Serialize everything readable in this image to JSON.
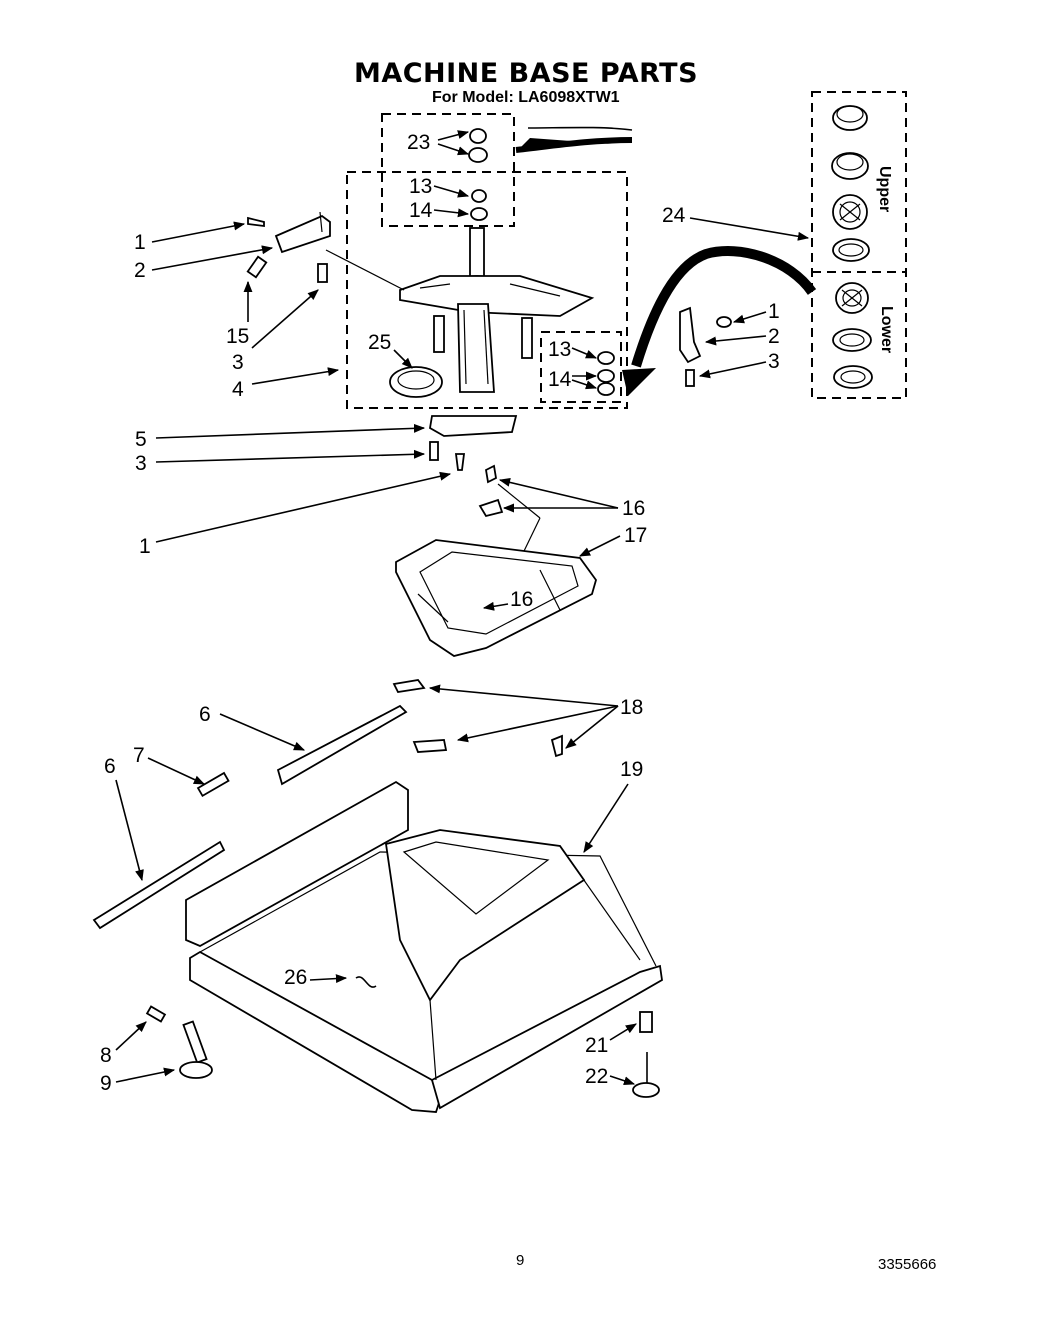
{
  "title": "MACHINE BASE PARTS",
  "subtitle": "For Model: LA6098XTW1",
  "footer": {
    "page": "9",
    "code": "3355666"
  },
  "panel": {
    "upper": "Upper",
    "lower": "Lower"
  },
  "callouts": {
    "c1a": "1",
    "c2a": "2",
    "c15": "15",
    "c3a": "3",
    "c4": "4",
    "c23": "23",
    "c13a": "13",
    "c14a": "14",
    "c25": "25",
    "c24": "24",
    "c1b": "1",
    "c2b": "2",
    "c3b": "3",
    "c13b": "13",
    "c14b": "14",
    "c5": "5",
    "c3c": "3",
    "c1c": "1",
    "c16a": "16",
    "c17": "17",
    "c16b": "16",
    "c6a": "6",
    "c18": "18",
    "c7": "7",
    "c6b": "6",
    "c19": "19",
    "c26": "26",
    "c8": "8",
    "c9": "9",
    "c21": "21",
    "c22": "22"
  }
}
